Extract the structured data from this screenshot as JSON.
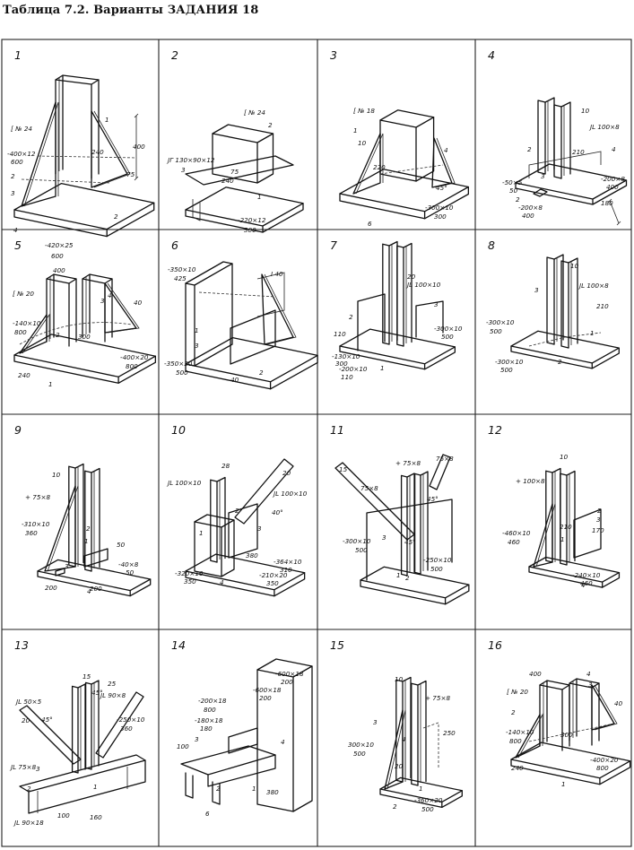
{
  "title": "Таблица 7.2. Варианты ЗАДАНИЯ 18",
  "variants": [
    {
      "number": "1",
      "labels": [
        "[ № 24",
        "-400×12",
        "600",
        "-420×25",
        "600",
        "240",
        "400",
        "75",
        "1",
        "2",
        "3",
        "4",
        "2"
      ]
    },
    {
      "number": "2",
      "labels": [
        "[ № 24",
        "ЈГ 130×90×12",
        "-220×12",
        "300",
        "240",
        "75",
        "1",
        "2",
        "3"
      ]
    },
    {
      "number": "3",
      "labels": [
        "[ № 18",
        "-300×10",
        "300",
        "220",
        "45°",
        "10",
        "1",
        "4",
        "6"
      ]
    },
    {
      "number": "4",
      "labels": [
        "ЈL 100×8",
        "-50×5",
        "50",
        "-200×8",
        "400",
        "-200×8",
        "400",
        "10",
        "210",
        "180",
        "2",
        "3",
        "4",
        "2"
      ]
    },
    {
      "number": "5",
      "labels": [
        "[ № 20",
        "-140×10",
        "800",
        "-400×20",
        "800",
        "400",
        "40",
        "300",
        "240",
        "1",
        "2",
        "3",
        "4"
      ]
    },
    {
      "number": "6",
      "labels": [
        "-350×10",
        "425",
        "I 40",
        "-350×20",
        "500",
        "40",
        "1",
        "2",
        "3"
      ]
    },
    {
      "number": "7",
      "labels": [
        "ЈL 100×10",
        "-300×10",
        "500",
        "-130×10",
        "300",
        "-200×10",
        "110",
        "20",
        "110",
        "1",
        "2",
        "3"
      ]
    },
    {
      "number": "8",
      "labels": [
        "ЈL 100×8",
        "-300×10",
        "500",
        "-300×10",
        "500",
        "10",
        "210",
        "1",
        "2",
        "3"
      ]
    },
    {
      "number": "9",
      "labels": [
        "+ 75×8",
        "-310×10",
        "360",
        "-40×8",
        "50",
        "200",
        "200",
        "10",
        "50",
        "1",
        "2",
        "3",
        "4"
      ]
    },
    {
      "number": "10",
      "labels": [
        "ЈL 100×10",
        "ЈL 100×10",
        "-320×16",
        "350",
        "-364×10",
        "310",
        "-210×20",
        "350",
        "28",
        "20",
        "40°",
        "380",
        "1",
        "2",
        "3",
        "4"
      ]
    },
    {
      "number": "11",
      "labels": [
        "+ 75×8",
        "75×8",
        "75×8",
        "-300×10",
        "500",
        "-250×10",
        "500",
        "45°",
        "45°",
        "15",
        "1",
        "2",
        "3"
      ]
    },
    {
      "number": "12",
      "labels": [
        "+ 100×8",
        "-460×10",
        "460",
        "-240×10",
        "460",
        "10",
        "210",
        "170",
        "1",
        "2",
        "3",
        "4"
      ]
    },
    {
      "number": "13",
      "labels": [
        "ЈL 50×5",
        "ЈL 90×8",
        "-250×10",
        "360",
        "ЈL 75×8",
        "ЈL 90×18",
        "15",
        "25",
        "45°",
        "45°",
        "20",
        "100",
        "160",
        "1",
        "2",
        "3"
      ]
    },
    {
      "number": "14",
      "labels": [
        "-200×18",
        "800",
        "-600×18",
        "200",
        "-600×18",
        "200",
        "-180×18",
        "180",
        "100",
        "380",
        "1",
        "2",
        "3",
        "4",
        "6"
      ]
    },
    {
      "number": "15",
      "labels": [
        "+ 75×8",
        "300×10",
        "500",
        "-360×20",
        "500",
        "10",
        "250",
        "20",
        "1",
        "2",
        "3",
        "4"
      ]
    },
    {
      "number": "16",
      "labels": [
        "[ № 20",
        "-140×10",
        "800",
        "-400×20",
        "800",
        "400",
        "40",
        "300",
        "240",
        "1",
        "2",
        "3",
        "4"
      ]
    }
  ]
}
